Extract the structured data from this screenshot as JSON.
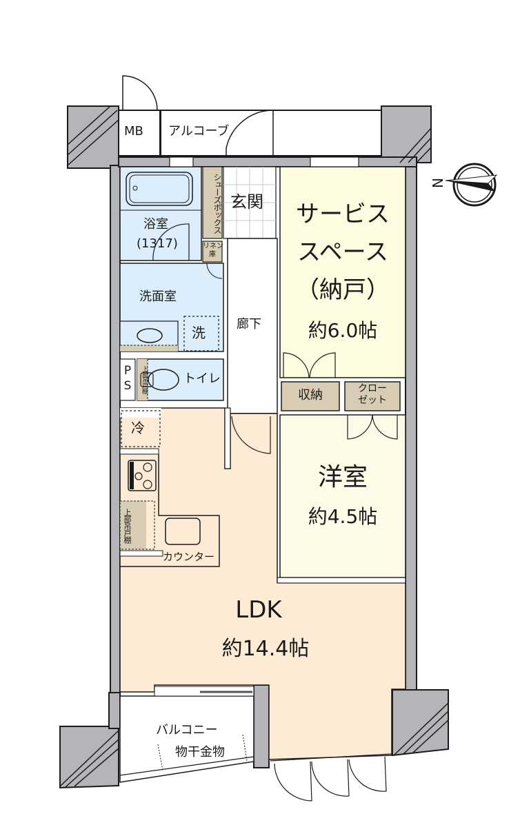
{
  "floorplan": {
    "colors": {
      "wall": "#b4b5b8",
      "wet_area": "#dceefb",
      "service_space": "#fdfbe0",
      "western_room": "#fdfbe8",
      "ldk": "#fdebd5",
      "storage": "#d8ccb4",
      "line": "#1a1a1a"
    },
    "compass": {
      "label": "N"
    },
    "rooms": {
      "mb": {
        "label": "MB"
      },
      "alcove": {
        "label": "アルコーブ"
      },
      "bath": {
        "label": "浴室",
        "size": "(1317)"
      },
      "shoe_box": {
        "label": "シューズボックス"
      },
      "entrance": {
        "label": "玄関"
      },
      "linen": {
        "label_1": "リネン",
        "label_2": "庫"
      },
      "washroom": {
        "label": "洗面室"
      },
      "washer": {
        "label": "洗"
      },
      "hallway": {
        "label": "廊下"
      },
      "ps": {
        "label_1": "P",
        "label_2": "S"
      },
      "upper_cabinet_toilet": {
        "label": "上部吊戸棚"
      },
      "toilet": {
        "label": "トイレ"
      },
      "service_space": {
        "line_1": "サービス",
        "line_2": "スペース",
        "line_3": "（納戸）",
        "area": "約6.0帖"
      },
      "storage": {
        "label": "収納"
      },
      "closet": {
        "line_1": "クロー",
        "line_2": "ゼット"
      },
      "fridge": {
        "label": "冷"
      },
      "upper_cabinet_kitchen": {
        "label": "上部吊戸棚"
      },
      "counter": {
        "label": "カウンター"
      },
      "western_room": {
        "label": "洋室",
        "area": "約4.5帖"
      },
      "ldk": {
        "label": "LDK",
        "area": "約14.4帖"
      },
      "balcony": {
        "label": "バルコニー",
        "fixture": "物干金物"
      }
    }
  }
}
